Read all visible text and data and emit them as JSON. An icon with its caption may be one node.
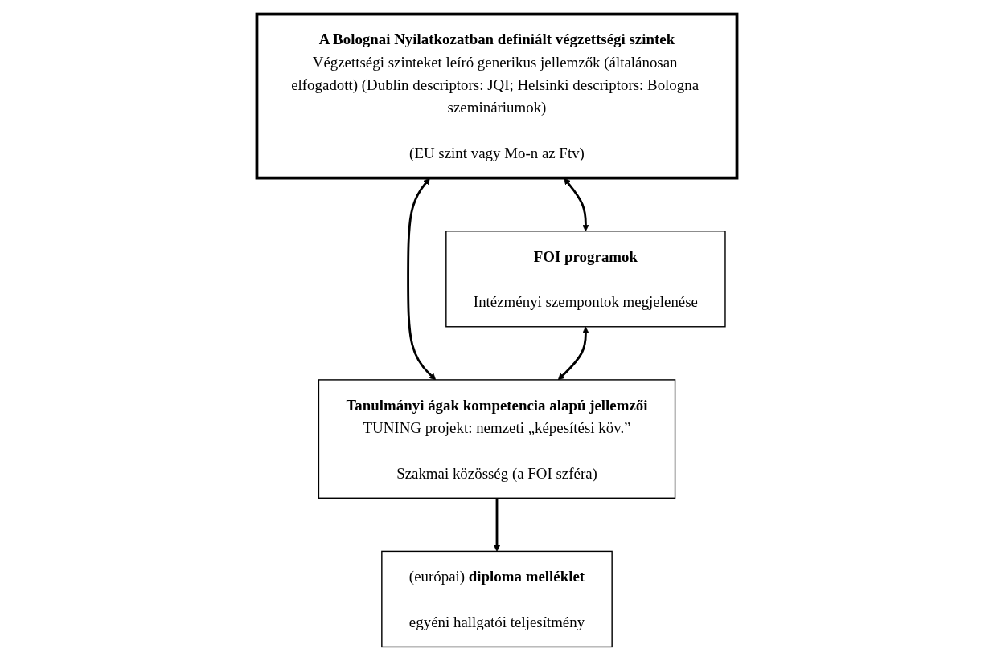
{
  "diagram": {
    "nodes": [
      {
        "text": [
          "A Bolognai Nyilatkozatban definiált végzettségi szintek",
          "Végzettségi szinteket leíró generikus jellemzők (általánosan elfogadott) (Dublin descriptors: JQI; Helsinki descriptors: Bologna szemináriumok)",
          "(EU szint vagy Mo-n az Ftv)"
        ]
      },
      {
        "text": [
          "FOI programok",
          "Intézményi szempontok megjelenése"
        ]
      },
      {
        "text": [
          "Tanulmányi ágak kompetencia alapú jellemzői",
          "TUNING projekt: nemzeti „képesítési köv.”",
          "Szakmai közösség (a FOI szféra)"
        ]
      },
      {
        "text": [
          "(európai) **diploma melléklet**",
          "egyéni hallgatói teljesítmény"
        ]
      }
    ],
    "edges": [
      {
        "from": 0,
        "to": 1,
        "arrow": "both"
      },
      {
        "from": 0,
        "to": 2,
        "arrow": "both"
      },
      {
        "from": 1,
        "to": 2,
        "arrow": "both"
      },
      {
        "from": 2,
        "to": 3,
        "arrow": "to"
      }
    ]
  }
}
